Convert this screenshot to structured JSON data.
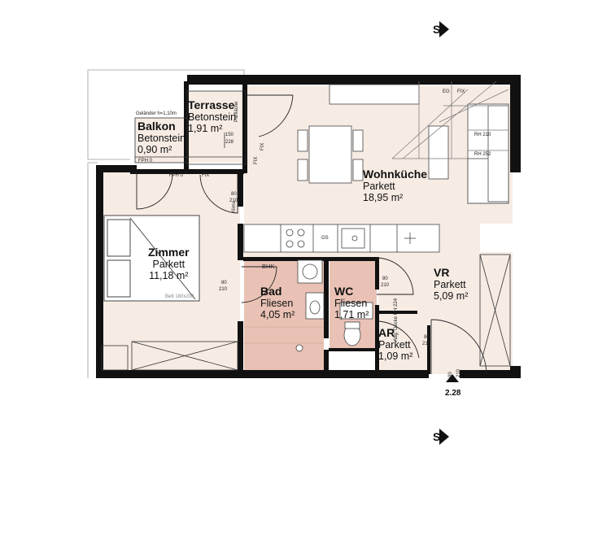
{
  "rooms": {
    "terrasse": {
      "name": "Terrasse",
      "floor": "Betonstein",
      "area": "1,91 m²"
    },
    "balkon": {
      "name": "Balkon",
      "floor": "Betonstein",
      "area": "0,90 m²"
    },
    "wohnkueche": {
      "name": "Wohnküche",
      "floor": "Parkett",
      "area": "18,95 m²"
    },
    "zimmer": {
      "name": "Zimmer",
      "floor": "Parkett",
      "area": "11,18 m²"
    },
    "bad": {
      "name": "Bad",
      "floor": "Fliesen",
      "area": "4,05 m²"
    },
    "wc": {
      "name": "WC",
      "floor": "Fliesen",
      "area": "1,71 m²"
    },
    "vr": {
      "name": "VR",
      "floor": "Parkett",
      "area": "5,09 m²"
    },
    "ar": {
      "name": "AR",
      "floor": "Parkett",
      "area": "1,09 m²"
    }
  },
  "annotations": {
    "gelaender": "Geländer h=1,10m",
    "parapet_150": "150",
    "parapet_228": "228",
    "fph0_a": "FPH 0",
    "fix_a": "FIX",
    "fph0_b": "FPH 0",
    "fix_b": "FIX",
    "fix_c": "FIX",
    "door_zimmer_w": "80",
    "door_zimmer_h": "210",
    "door_zimmer2_w": "80",
    "door_zimmer2_h": "210",
    "door_wc_w": "80",
    "door_wc_h": "210",
    "door_ar_w": "80",
    "door_ar_h": "210",
    "entrance_w": "90",
    "entrance_h": "210",
    "entrance_level": "2.28",
    "bhk": "BHK",
    "gs": "GS",
    "bett": "Bett 180x200",
    "rh210": "RH 210",
    "rh252": "RH 252",
    "eg": "EG",
    "fix_d": "FIX",
    "section_mark": "S",
    "install_note": "Abg. Decke\nRH 224",
    "klima": "Klima",
    "parapet_vert": "Parfläche"
  }
}
